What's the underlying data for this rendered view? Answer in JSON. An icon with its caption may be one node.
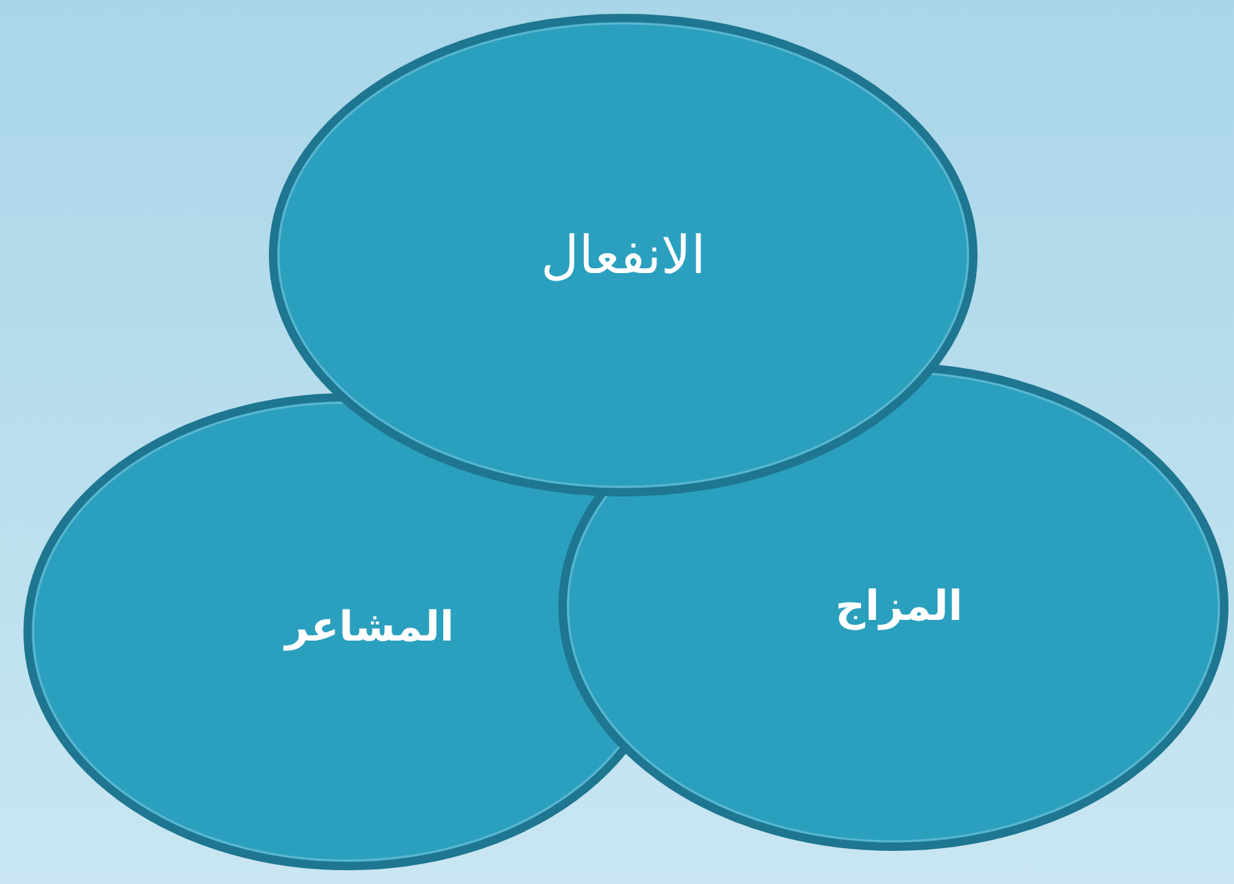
{
  "diagram": {
    "nodes": [
      {
        "text": [
          "الانفعال"
        ]
      },
      {
        "text": [
          "المزاج"
        ]
      },
      {
        "text": [
          "المشاعر"
        ]
      }
    ],
    "edges": []
  }
}
